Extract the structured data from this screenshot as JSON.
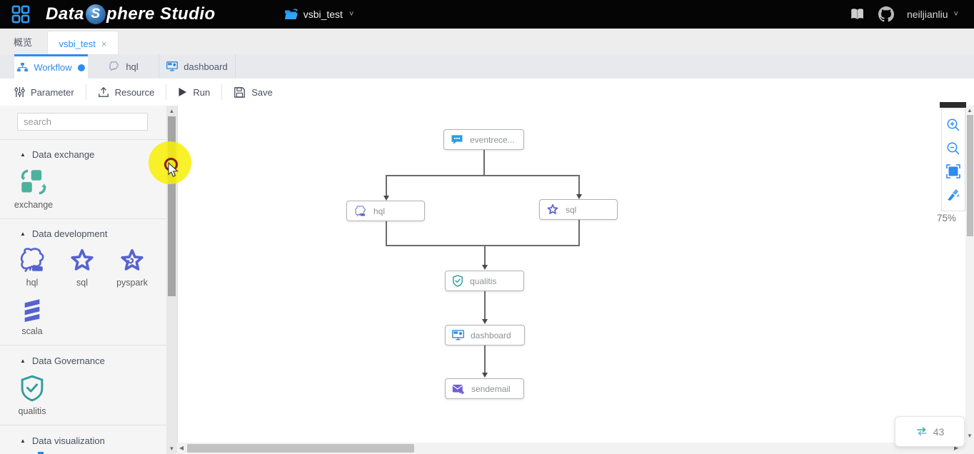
{
  "app": {
    "logo_data": "Data",
    "logo_s": "S",
    "logo_rest": "phere Studio"
  },
  "header": {
    "project_name": "vsbi_test",
    "user_name": "neiljianliu"
  },
  "icons": {
    "collapse": "▲",
    "close": "×",
    "chevron_down": "˅",
    "scroll_up": "▲",
    "scroll_down": "▼",
    "scroll_left": "◀",
    "scroll_right": "▶"
  },
  "tabs": {
    "overview_label": "概览",
    "active_tab_label": "vsbi_test"
  },
  "subtabs": {
    "workflow": "Workflow",
    "hql": "hql",
    "dashboard": "dashboard"
  },
  "toolbar": {
    "parameter": "Parameter",
    "resource": "Resource",
    "run": "Run",
    "save": "Save"
  },
  "sidebar": {
    "search_placeholder": "search",
    "sections": [
      {
        "title": "Data exchange",
        "items": [
          {
            "label": "exchange"
          }
        ]
      },
      {
        "title": "Data development",
        "items": [
          {
            "label": "hql"
          },
          {
            "label": "sql"
          },
          {
            "label": "pyspark"
          },
          {
            "label": "scala"
          }
        ]
      },
      {
        "title": "Data Governance",
        "items": [
          {
            "label": "qualitis"
          }
        ]
      },
      {
        "title": "Data visualization",
        "items": []
      }
    ]
  },
  "canvas": {
    "nodes": {
      "eventreceiver": "eventrece...",
      "hql": "hql",
      "sql": "sql",
      "qualitis": "qualitis",
      "dashboard": "dashboard",
      "sendemail": "sendemail"
    },
    "zoom_level": "75%",
    "badge_count": "43"
  },
  "colors": {
    "accent": "#2d8cf0",
    "indigo": "#5563cf",
    "teal_exchange": "#4cb29e",
    "teal_qualitis": "#2f9e9e",
    "envelope_purple": "#6f5fd0",
    "header_bg": "#050505",
    "highlight_yellow": "#f8ef04"
  }
}
